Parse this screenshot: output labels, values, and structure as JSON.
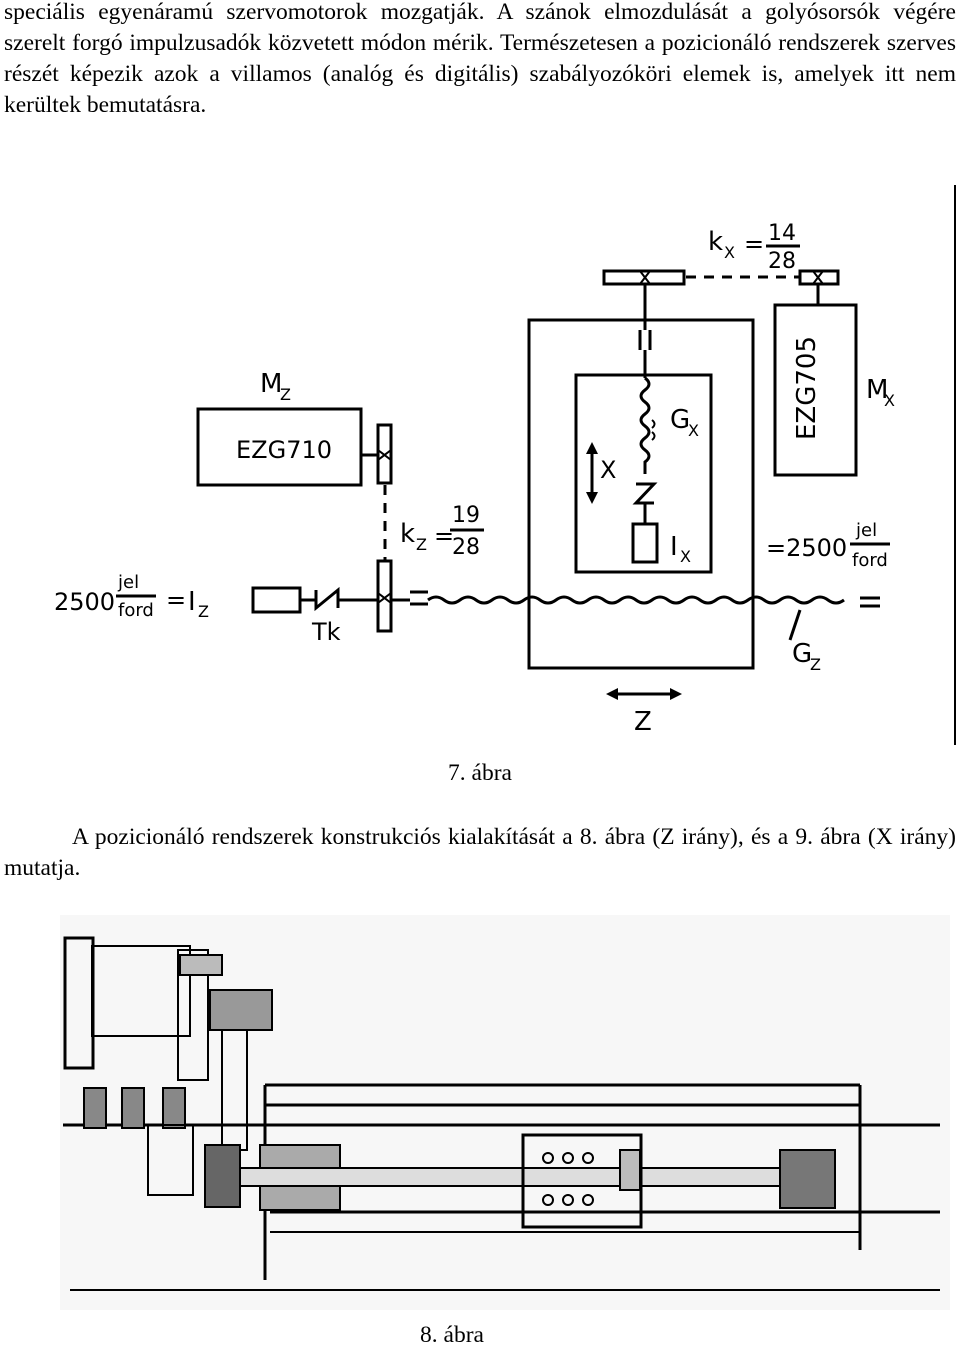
{
  "text": {
    "para1": "speciális egyenáramú szervomotorok mozgatják. A szánok elmozdulását a golyósorsók végére szerelt forgó impulzusadók közvetett módon mérik. Természetesen a pozicionáló rendszerek szerves részét képezik azok a villamos (analóg és digitális) szabályozóköri elemek is, amelyek itt nem kerültek bemutatásra.",
    "para2": "A pozicionáló rendszerek konstrukciós kialakítását a 8. ábra (Z irány), és a 9. ábra (X irány) mutatja.",
    "caption7": "7. ábra",
    "caption8": "8. ábra"
  },
  "figure7": {
    "mz": "M",
    "mz_sub": "Z",
    "ezg710": "EZG710",
    "ezg705": "EZG705",
    "mx": "M",
    "mx_sub": "X",
    "kx": "k",
    "kx_sub": "X",
    "kx_num": "14",
    "kx_den": "28",
    "kz": "k",
    "kz_sub": "Z",
    "kz_num": "19",
    "kz_den": "28",
    "gx": "G",
    "gx_sub": "X",
    "gz": "G",
    "gz_sub": "Z",
    "ix": "I",
    "ix_sub": "X",
    "iz": "I",
    "iz_sub": "Z",
    "tk": "Tk",
    "x_label": "X",
    "z_label": "Z",
    "left_value": "2500",
    "right_value": "=2500",
    "jel": "jel",
    "ford": "ford",
    "eq": "="
  },
  "figure8": {}
}
